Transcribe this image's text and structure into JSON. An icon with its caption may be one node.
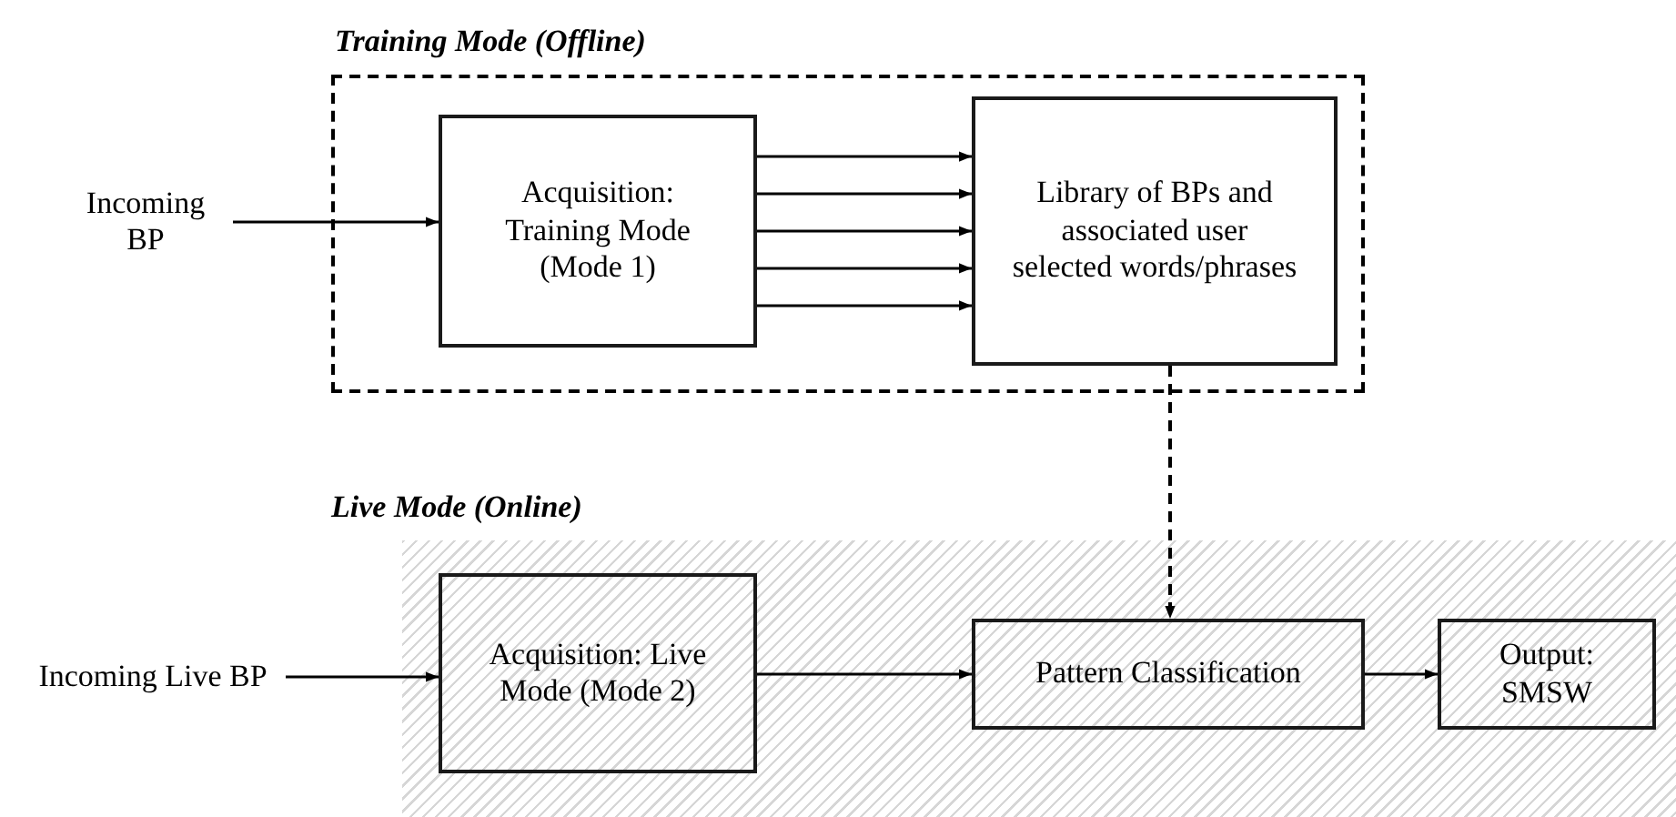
{
  "diagram": {
    "nodes": [
      {
        "text": [
          "Training Mode (Offline)"
        ]
      },
      {
        "text": [
          "Incoming BP"
        ]
      },
      {
        "text": [
          "Acquisition: Training Mode (Mode 1)"
        ],
        "in": 0
      },
      {
        "text": [
          "Library of BPs and associated user selected words/phrases"
        ],
        "in": 0
      },
      {
        "text": [
          "Live Mode (Online)"
        ]
      },
      {
        "text": [
          "Incoming Live BP"
        ]
      },
      {
        "text": [
          "Acquisition: Live Mode (Mode 2)"
        ],
        "in": 4
      },
      {
        "text": [
          "Pattern Classification"
        ],
        "in": 4
      },
      {
        "text": [
          "Output: SMSW"
        ],
        "in": 4
      }
    ],
    "edges": [
      {
        "from": 1,
        "to": 2,
        "arrow": "to"
      },
      {
        "from": 2,
        "to": 3,
        "arrow": "to"
      },
      {
        "from": 2,
        "to": 3,
        "arrow": "to"
      },
      {
        "from": 2,
        "to": 3,
        "arrow": "to"
      },
      {
        "from": 2,
        "to": 3,
        "arrow": "to"
      },
      {
        "from": 2,
        "to": 3,
        "arrow": "to"
      },
      {
        "from": 3,
        "to": 7,
        "arrow": "to",
        "style": "dashed"
      },
      {
        "from": 5,
        "to": 6,
        "arrow": "to"
      },
      {
        "from": 6,
        "to": 7,
        "arrow": "to"
      },
      {
        "from": 7,
        "to": 8,
        "arrow": "to"
      }
    ]
  }
}
